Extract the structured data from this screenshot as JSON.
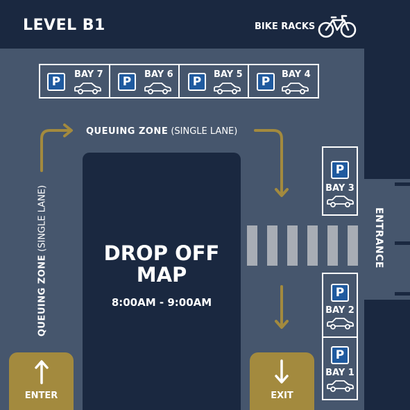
{
  "header": {
    "level_title": "LEVEL B1",
    "bike_racks_label": "BIKE RACKS",
    "bike_icon": "bicycle-icon"
  },
  "top_bays": [
    {
      "label": "BAY 7"
    },
    {
      "label": "BAY 6"
    },
    {
      "label": "BAY 5"
    },
    {
      "label": "BAY 4"
    }
  ],
  "side_bays": {
    "bay3": "BAY 3",
    "bay2": "BAY 2",
    "bay1": "BAY 1"
  },
  "parking_symbol": "P",
  "center": {
    "title_line1": "DROP OFF",
    "title_line2": "MAP",
    "time": "8:00AM - 9:00AM"
  },
  "queue_top": {
    "zone": "QUEUING ZONE",
    "lane": "(SINGLE LANE)"
  },
  "queue_side": {
    "zone": "QUEUING ZONE",
    "lane": "(SINGLE LANE)"
  },
  "entrance_label": "ENTRANCE",
  "enter_label": "ENTER",
  "exit_label": "EXIT",
  "colors": {
    "dark_navy": "#1a2840",
    "floor": "#46566d",
    "gold": "#a38a3e",
    "parking_blue": "#1f5a9f",
    "crossing": "#a8adb5"
  }
}
